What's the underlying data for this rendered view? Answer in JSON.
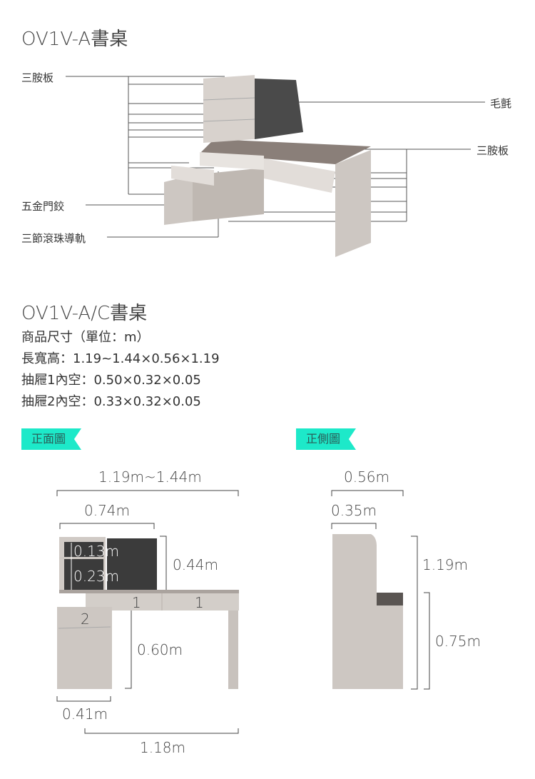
{
  "top": {
    "title": "OV1V-A書桌",
    "labels": {
      "melamine_left": "三胺板",
      "hinge": "五金門鉸",
      "rail": "三節滾珠導軌",
      "felt": "毛氈",
      "melamine_right": "三胺板"
    }
  },
  "spec": {
    "title": "OV1V-A/C書桌",
    "unit": "商品尺寸（單位：m）",
    "overall": "長寬高：1.19~1.44×0.56×1.19",
    "drawer1": "抽屜1內空：0.50×0.32×0.05",
    "drawer2": "抽屜2內空：0.33×0.32×0.05"
  },
  "front": {
    "badge": "正面圖",
    "width_total": "1.19m~1.44m",
    "hutch_width": "0.74m",
    "shelf_top": "0.13m",
    "shelf_bottom": "0.23m",
    "hutch_height": "0.44m",
    "drawer_1a": "1",
    "drawer_1b": "1",
    "drawer_2": "2",
    "desk_height": "0.60m",
    "cabinet_width": "0.41m",
    "desk_width": "1.18m"
  },
  "side": {
    "badge": "正側圖",
    "depth_total": "0.56m",
    "hutch_depth": "0.35m",
    "height_total": "1.19m",
    "desk_height": "0.75m"
  },
  "colors": {
    "badge": "#1de9c9",
    "board": "#cdc7c2",
    "felt": "#3b3b3b",
    "top": "#8a7f79"
  }
}
